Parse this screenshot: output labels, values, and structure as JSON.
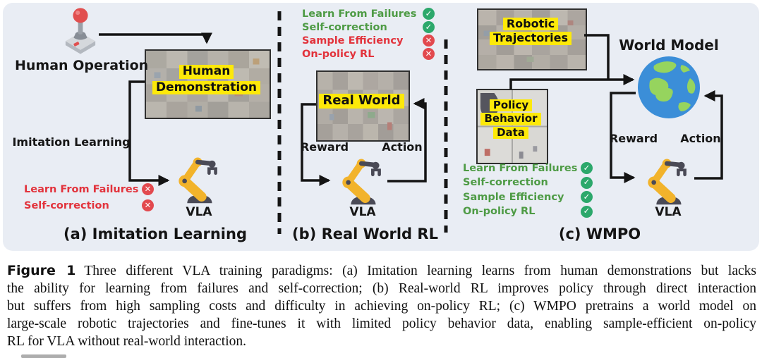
{
  "colors": {
    "background": "#e9edf4",
    "highlight_yellow": "#fde909",
    "pass_green_text": "#4e9b45",
    "fail_red_text": "#e2333c",
    "pass_badge": "#2ca86b",
    "fail_badge": "#e2494e",
    "arrow_black": "#141414",
    "robot_yellow": "#f2b32b",
    "robot_dark": "#4a4a56",
    "globe_blue": "#3b8ed8",
    "globe_green": "#96d45e"
  },
  "icons": {
    "check_glyph": "✓",
    "cross_glyph": "✕"
  },
  "figure": {
    "panel_a": {
      "operator_label": "Human Operation",
      "image_label_lines": [
        "Human",
        "Demonstration"
      ],
      "flow_label": "Imitation Learning",
      "checklist": [
        {
          "label": "Learn From Failures",
          "status": "fail"
        },
        {
          "label": "Self-correction",
          "status": "fail"
        }
      ],
      "robot_label": "VLA",
      "title": "(a) Imitation Learning"
    },
    "panel_b": {
      "checklist": [
        {
          "label": "Learn From Failures",
          "status": "pass"
        },
        {
          "label": "Self-correction",
          "status": "pass"
        },
        {
          "label": "Sample Efficiency",
          "status": "fail"
        },
        {
          "label": "On-policy RL",
          "status": "fail"
        }
      ],
      "image_label_lines": [
        "Real World"
      ],
      "reward_label": "Reward",
      "action_label": "Action",
      "robot_label": "VLA",
      "title": "(b) Real World RL"
    },
    "panel_c": {
      "traj_image_label_lines": [
        "Robotic",
        "Trajectories"
      ],
      "world_model_label": "World Model",
      "policy_image_label_lines": [
        "Policy",
        "Behavior",
        "Data"
      ],
      "checklist": [
        {
          "label": "Learn From Failures",
          "status": "pass"
        },
        {
          "label": "Self-correction",
          "status": "pass"
        },
        {
          "label": "Sample Efficiency",
          "status": "pass"
        },
        {
          "label": "On-policy RL",
          "status": "pass"
        }
      ],
      "reward_label": "Reward",
      "action_label": "Action",
      "robot_label": "VLA",
      "title": "(c) WMPO"
    }
  },
  "caption": {
    "label": "Figure 1",
    "lines": [
      "Three different VLA training paradigms: (a) Imitation learning learns from human demonstrations but lacks",
      "the ability for learning from failures and self-correction; (b) Real-world RL improves policy through direct interaction",
      "but suffers from high sampling costs and difficulty in achieving on-policy RL; (c) WMPO pretrains a world model on",
      "large-scale robotic trajectories and fine-tunes it with limited policy behavior data, enabling sample-efficient on-policy",
      "RL for VLA without real-world interaction."
    ]
  }
}
